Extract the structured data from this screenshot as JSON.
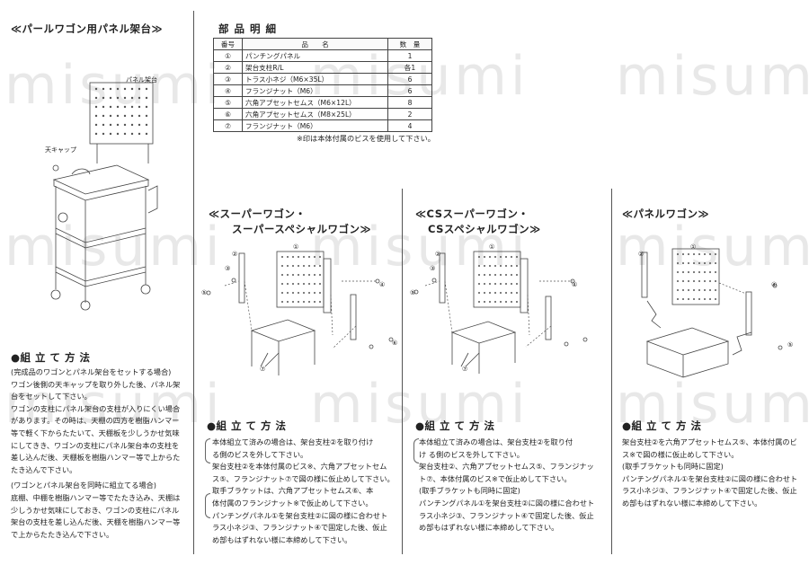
{
  "watermark": "misumi",
  "section_main": {
    "title": "≪パールワゴン用パネル架台≫",
    "label_panel": "パネル架台",
    "label_cap": "天キャップ"
  },
  "parts_table": {
    "title": "部品明細",
    "headers": [
      "番号",
      "品　　名",
      "数　量"
    ],
    "rows": [
      {
        "no": "①",
        "name": "パンチングパネル",
        "qty": "1"
      },
      {
        "no": "②",
        "name": "架台支柱R/L",
        "qty": "各1"
      },
      {
        "no": "③",
        "name": "トラス小ネジ（M6×35L）",
        "qty": "6"
      },
      {
        "no": "④",
        "name": "フランジナット（M6）",
        "qty": "6"
      },
      {
        "no": "⑤",
        "name": "六角アプセットセムス（M6×12L）",
        "qty": "8"
      },
      {
        "no": "⑥",
        "name": "六角アプセットセムス（M8×25L）",
        "qty": "2"
      },
      {
        "no": "⑦",
        "name": "フランジナット（M6）",
        "qty": "4"
      }
    ],
    "note": "※印は本体付属のビスを使用して下さい。"
  },
  "assembly_main": {
    "heading": "●組 立 て 方 法",
    "lines": [
      "(完成品のワゴンとパネル架台をセットする場合)",
      "ワゴン後側の天キャップを取り外した後、パネル架",
      "台をセットして下さい。",
      "ワゴンの支柱にパネル架台の支柱が入りにくい場合",
      "があります。その時は、天棚の四方を樹脂ハンマー",
      "等で軽く下からたたいて、天棚板を少しうかせ気味",
      "にしてきき、ワゴンの支柱にパネル架台本の支柱を",
      "差し込んだ後、天棚板を樹脂ハンマー等で上からた",
      "たき込んで下さい。",
      "(ワゴンとパネル架台を同時に組立てる場合)",
      "底棚、中棚を樹脂ハンマー等でたたき込み、天棚は",
      "少しうかせ気味にしておき、ワゴンの支柱にパネル",
      "架台の支柱を差し込んだ後、天棚を樹脂ハンマー等",
      "で上からたたき込んで下さい。"
    ]
  },
  "col_super": {
    "title1": "≪スーパーワゴン・",
    "title2": "スーパースペシャルワゴン≫",
    "heading": "●組 立 て 方 法",
    "lines": [
      "本体組立て済みの場合は、架台支柱②を取り付け",
      "る側のビスを外して下さい。",
      "架台支柱②を本体付属のビス※、六角アプセットセム",
      "ス⑤、フランジナット⑦で図の様に仮止めして下さい。",
      "",
      "取手ブラケットは、六角アプセットセムス⑥、本",
      "体付属のフランジナット※で仮止めして下さい。",
      "パンチングパネル①を架台支柱②に図の様に合わせト",
      "ラス小ネジ③、フランジナット④で固定した後、仮止",
      "め部もはずれない様に本締めして下さい。"
    ]
  },
  "col_cs": {
    "title1": "≪CSスーパーワゴン・",
    "title2": "CSスペシャルワゴン≫",
    "heading": "●組 立 て 方 法",
    "lines": [
      "本体組立て済みの場合は、架台支柱②を取り付",
      "け る側のビスを外して下さい。",
      "架台支柱②、六角アプセットセムス⑤、フランジナッ",
      "ト⑦、本体付属のビス※で仮止めして下さい。",
      "(取手ブラケットも同時に固定)",
      "パンチングパネル①を架台支柱②に図の様に合わせト",
      "ラス小ネジ③、フランジナット④で固定した後、仮止",
      "め部もはずれない様に本締めして下さい。"
    ]
  },
  "col_panel": {
    "title1": "≪パネルワゴン≫",
    "heading": "●組 立 て 方 法",
    "lines": [
      "架台支柱②を六角アプセットセムス⑤、本体付属のビ",
      "ス※で図の様に仮止めして下さい。",
      "(取手ブラケットも同時に固定)",
      "パンチングパネル①を架台支柱②に図の様に合わせト",
      "ラス小ネジ③、フランジナット④で固定した後、仮止",
      "め部もはずれない様に本締めして下さい。"
    ]
  },
  "callouts": [
    "①",
    "②",
    "③",
    "④",
    "⑤",
    "⑥",
    "⑦"
  ]
}
